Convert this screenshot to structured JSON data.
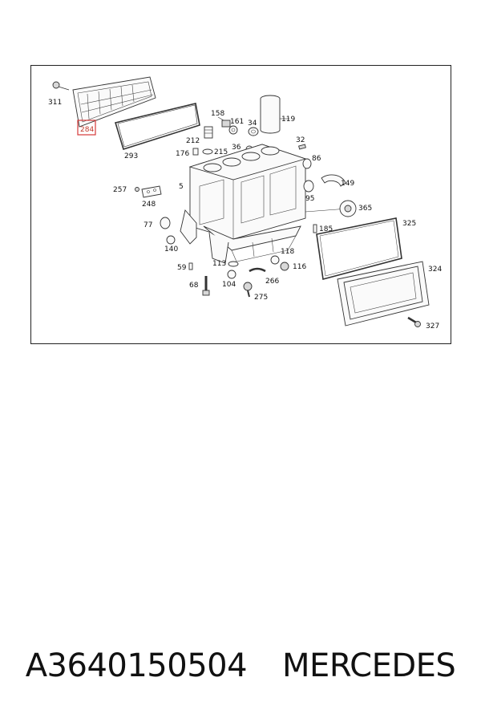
{
  "diagram": {
    "highlight_color": "#d63a3a",
    "highlighted_part": "284",
    "labels": {
      "p311": "311",
      "p284": "284",
      "p293": "293",
      "p158": "158",
      "p161": "161",
      "p34": "34",
      "p119": "119",
      "p212": "212",
      "p176": "176",
      "p215": "215",
      "p36": "36",
      "p32": "32",
      "p86": "86",
      "p149": "149",
      "p257": "257",
      "p5": "5",
      "p248": "248",
      "p95": "95",
      "p365": "365",
      "p77": "77",
      "p325": "325",
      "p185": "185",
      "p140": "140",
      "p118": "118",
      "p59": "59",
      "p113": "113",
      "p116": "116",
      "p324": "324",
      "p68": "68",
      "p104": "104",
      "p266": "266",
      "p275": "275",
      "p327": "327"
    }
  },
  "caption": {
    "part_number": "A3640150504",
    "brand": "MERCEDES"
  }
}
